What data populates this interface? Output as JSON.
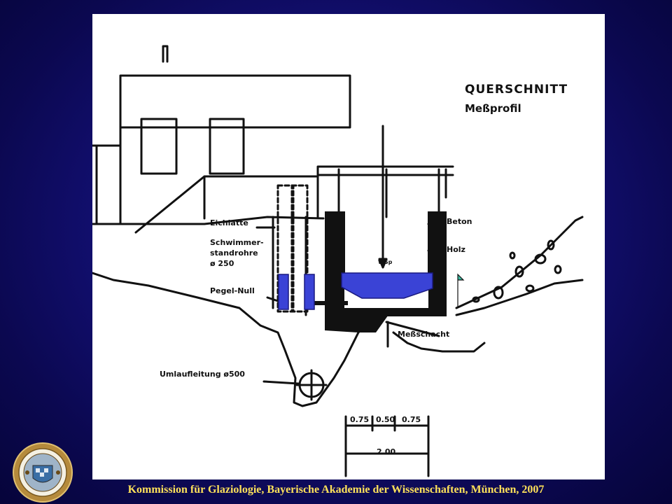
{
  "drawing": {
    "title": "QUERSCHNITT",
    "subtitle": "Meßprofil",
    "labels": {
      "eichlatte": "Eichlatte",
      "schwimmer_line1": "Schwimmer-",
      "schwimmer_line2": "standrohre",
      "schwimmer_line3": "ø 250",
      "pegel_null": "Pegel-Null",
      "beton": "Beton",
      "holz": "Holz",
      "wsp": "WSp",
      "messschacht": "Meßschacht",
      "umlaufleitung": "Umlaufleitung ø500"
    },
    "dimensions": {
      "segments": [
        "0.75",
        "0.50",
        "0.75"
      ],
      "total": "2.00"
    }
  },
  "footer": {
    "caption": "Kommission für Glaziologie, Bayerische Akademie der Wissenschaften, München, 2007"
  },
  "colors": {
    "background": "#14117a",
    "caption": "#ffe25a",
    "highlight_fill": "#3a43d6",
    "highlight_stroke": "#1a1a80"
  },
  "icons": {
    "seal": "academy-seal-icon"
  }
}
